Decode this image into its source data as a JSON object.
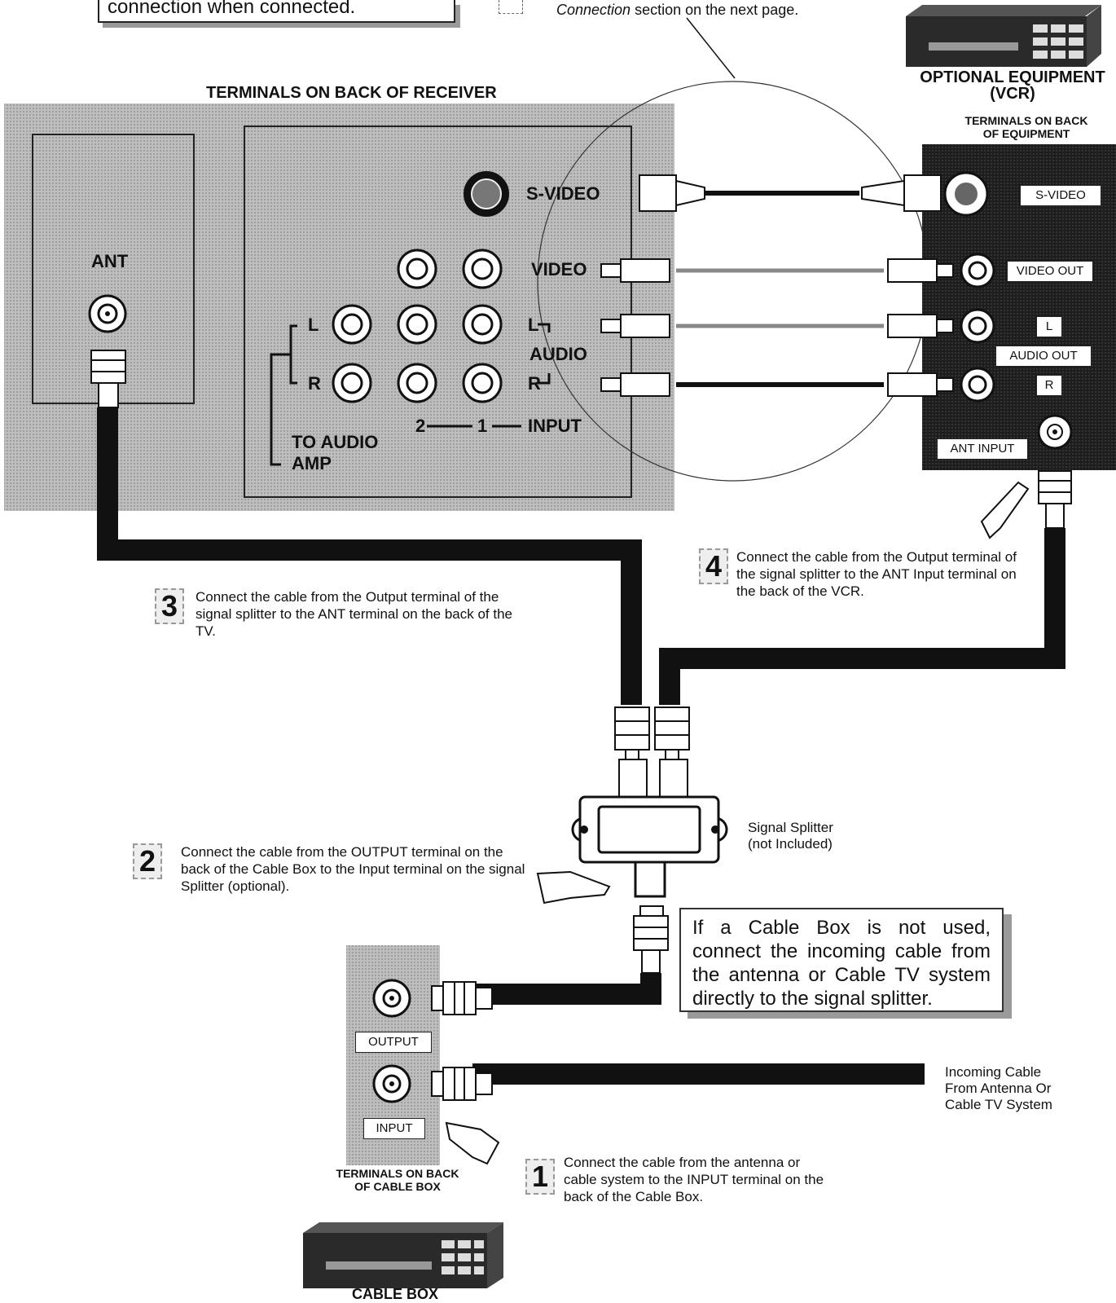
{
  "top_note": {
    "text": "connection when connected."
  },
  "top_ref": {
    "italic": "Connection",
    "rest": " section on the next page."
  },
  "receiver": {
    "heading": "TERMINALS ON BACK OF RECEIVER",
    "ant_label": "ANT",
    "svideo_label": "S-VIDEO",
    "video_label": "VIDEO",
    "l_left": "L",
    "r_left": "R",
    "l_right": "L",
    "audio_label": "AUDIO",
    "r_right": "R",
    "input_2": "2",
    "input_1": "1",
    "input_label": "INPUT",
    "to_audio_amp_1": "TO AUDIO",
    "to_audio_amp_2": "AMP"
  },
  "vcr": {
    "title_1": "OPTIONAL EQUIPMENT",
    "title_2": "(VCR)",
    "heading_1": "TERMINALS ON BACK",
    "heading_2": "OF EQUIPMENT",
    "svideo": "S-VIDEO",
    "video_out": "VIDEO OUT",
    "l": "L",
    "audio_out": "AUDIO OUT",
    "r": "R",
    "ant_input": "ANT INPUT"
  },
  "steps": {
    "s1": {
      "num": "1",
      "text": "Connect the cable from the antenna or cable system to the INPUT terminal on the back of the Cable Box."
    },
    "s2": {
      "num": "2",
      "text": "Connect the cable from the OUTPUT terminal on the back of the Cable Box to the Input terminal on the signal Splitter (optional)."
    },
    "s3": {
      "num": "3",
      "text": "Connect the cable from the Output terminal of the signal splitter to the ANT terminal on the back of the TV."
    },
    "s4": {
      "num": "4",
      "text": "Connect the cable from the Output terminal of the signal splitter to the ANT Input terminal on the back of the VCR."
    }
  },
  "splitter": {
    "line1": "Signal Splitter",
    "line2": "(not Included)"
  },
  "callout": {
    "text": "If a Cable Box is not used, connect the incoming cable from the antenna or Cable TV system directly to the signal splitter."
  },
  "cable_box": {
    "output": "OUTPUT",
    "input": "INPUT",
    "heading_1": "TERMINALS ON BACK",
    "heading_2": "OF CABLE BOX",
    "caption": "CABLE BOX"
  },
  "incoming": {
    "line1": "Incoming Cable",
    "line2": "From Antenna Or",
    "line3": "Cable TV System"
  }
}
